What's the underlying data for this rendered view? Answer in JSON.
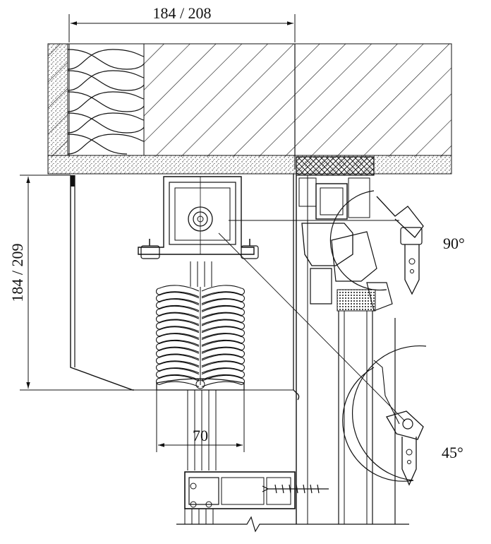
{
  "dimensions": {
    "top_width": "184 / 208",
    "side_height": "184 / 209",
    "lamella_width": "70"
  },
  "angles": {
    "first": "90°",
    "second": "45°"
  },
  "colors": {
    "line": "#111111",
    "background": "#ffffff"
  }
}
